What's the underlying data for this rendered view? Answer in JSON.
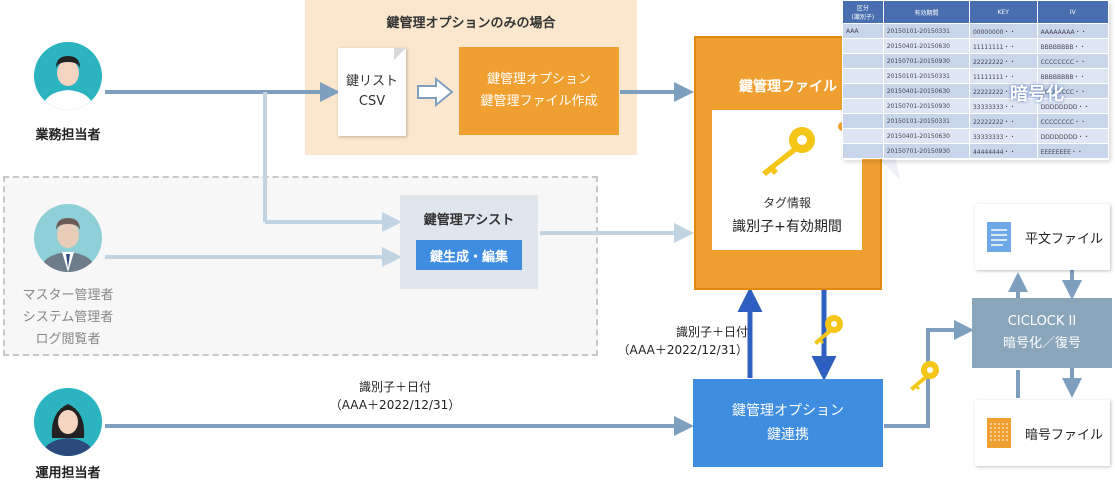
{
  "actors": {
    "business": "業務担当者",
    "admin_lines": [
      "マスター管理者",
      "システム管理者",
      "ログ閲覧者"
    ],
    "operator": "運用担当者"
  },
  "keyopt_only": {
    "title": "鍵管理オプションのみの場合",
    "csv_line1": "鍵リスト",
    "csv_line2": "CSV",
    "create_line1": "鍵管理オプション",
    "create_line2": "鍵管理ファイル作成"
  },
  "assist": {
    "title": "鍵管理アシスト",
    "button": "鍵生成・編集"
  },
  "keyfile": {
    "title": "鍵管理ファイル",
    "tag_info": "タグ情報",
    "tag_detail": "識別子+有効期間"
  },
  "encryption_label": "暗号化",
  "key_table": {
    "headers": [
      "区分\n(識別子)",
      "有効期間",
      "KEY",
      "IV"
    ],
    "rows": [
      [
        "AAA",
        "20150101-20150331",
        "00000000・・",
        "AAAAAAAA・・"
      ],
      [
        "",
        "20150401-20150630",
        "11111111・・",
        "BBBBBBBB・・"
      ],
      [
        "",
        "20150701-20150930",
        "22222222・・",
        "CCCCCCCC・・"
      ],
      [
        "",
        "20150101-20150331",
        "11111111・・",
        "BBBBBBBB・・"
      ],
      [
        "",
        "20150401-20150630",
        "22222222・・",
        "CCCCCCCC・・"
      ],
      [
        "",
        "20150701-20150930",
        "33333333・・",
        "DDDDDDDD・・"
      ],
      [
        "",
        "20150101-20150331",
        "22222222・・",
        "CCCCCCCC・・"
      ],
      [
        "",
        "20150401-20150630",
        "33333333・・",
        "DDDDDDDD・・"
      ],
      [
        "",
        "20150701-20150930",
        "44444444・・",
        "EEEEEEEE・・"
      ]
    ]
  },
  "flow_labels": {
    "id_date_upper_1": "識別子＋日付",
    "id_date_upper_2": "（AAA＋2022/12/31）",
    "id_date_lower_1": "識別子＋日付",
    "id_date_lower_2": "（AAA＋2022/12/31）"
  },
  "link": {
    "line1": "鍵管理オプション",
    "line2": "鍵連携"
  },
  "ciclock": {
    "line1": "CICLOCK II",
    "line2": "暗号化／復号"
  },
  "files": {
    "plain": "平文ファイル",
    "encrypted": "暗号ファイル"
  },
  "colors": {
    "orange": "#f0a030",
    "blue": "#3e8de0",
    "arrow_blue_gray": "#7f9fbf",
    "arrow_light": "#c2d3e2",
    "teal_avatar": "#2bb3c0",
    "ciclock": "#8aa6bb"
  }
}
